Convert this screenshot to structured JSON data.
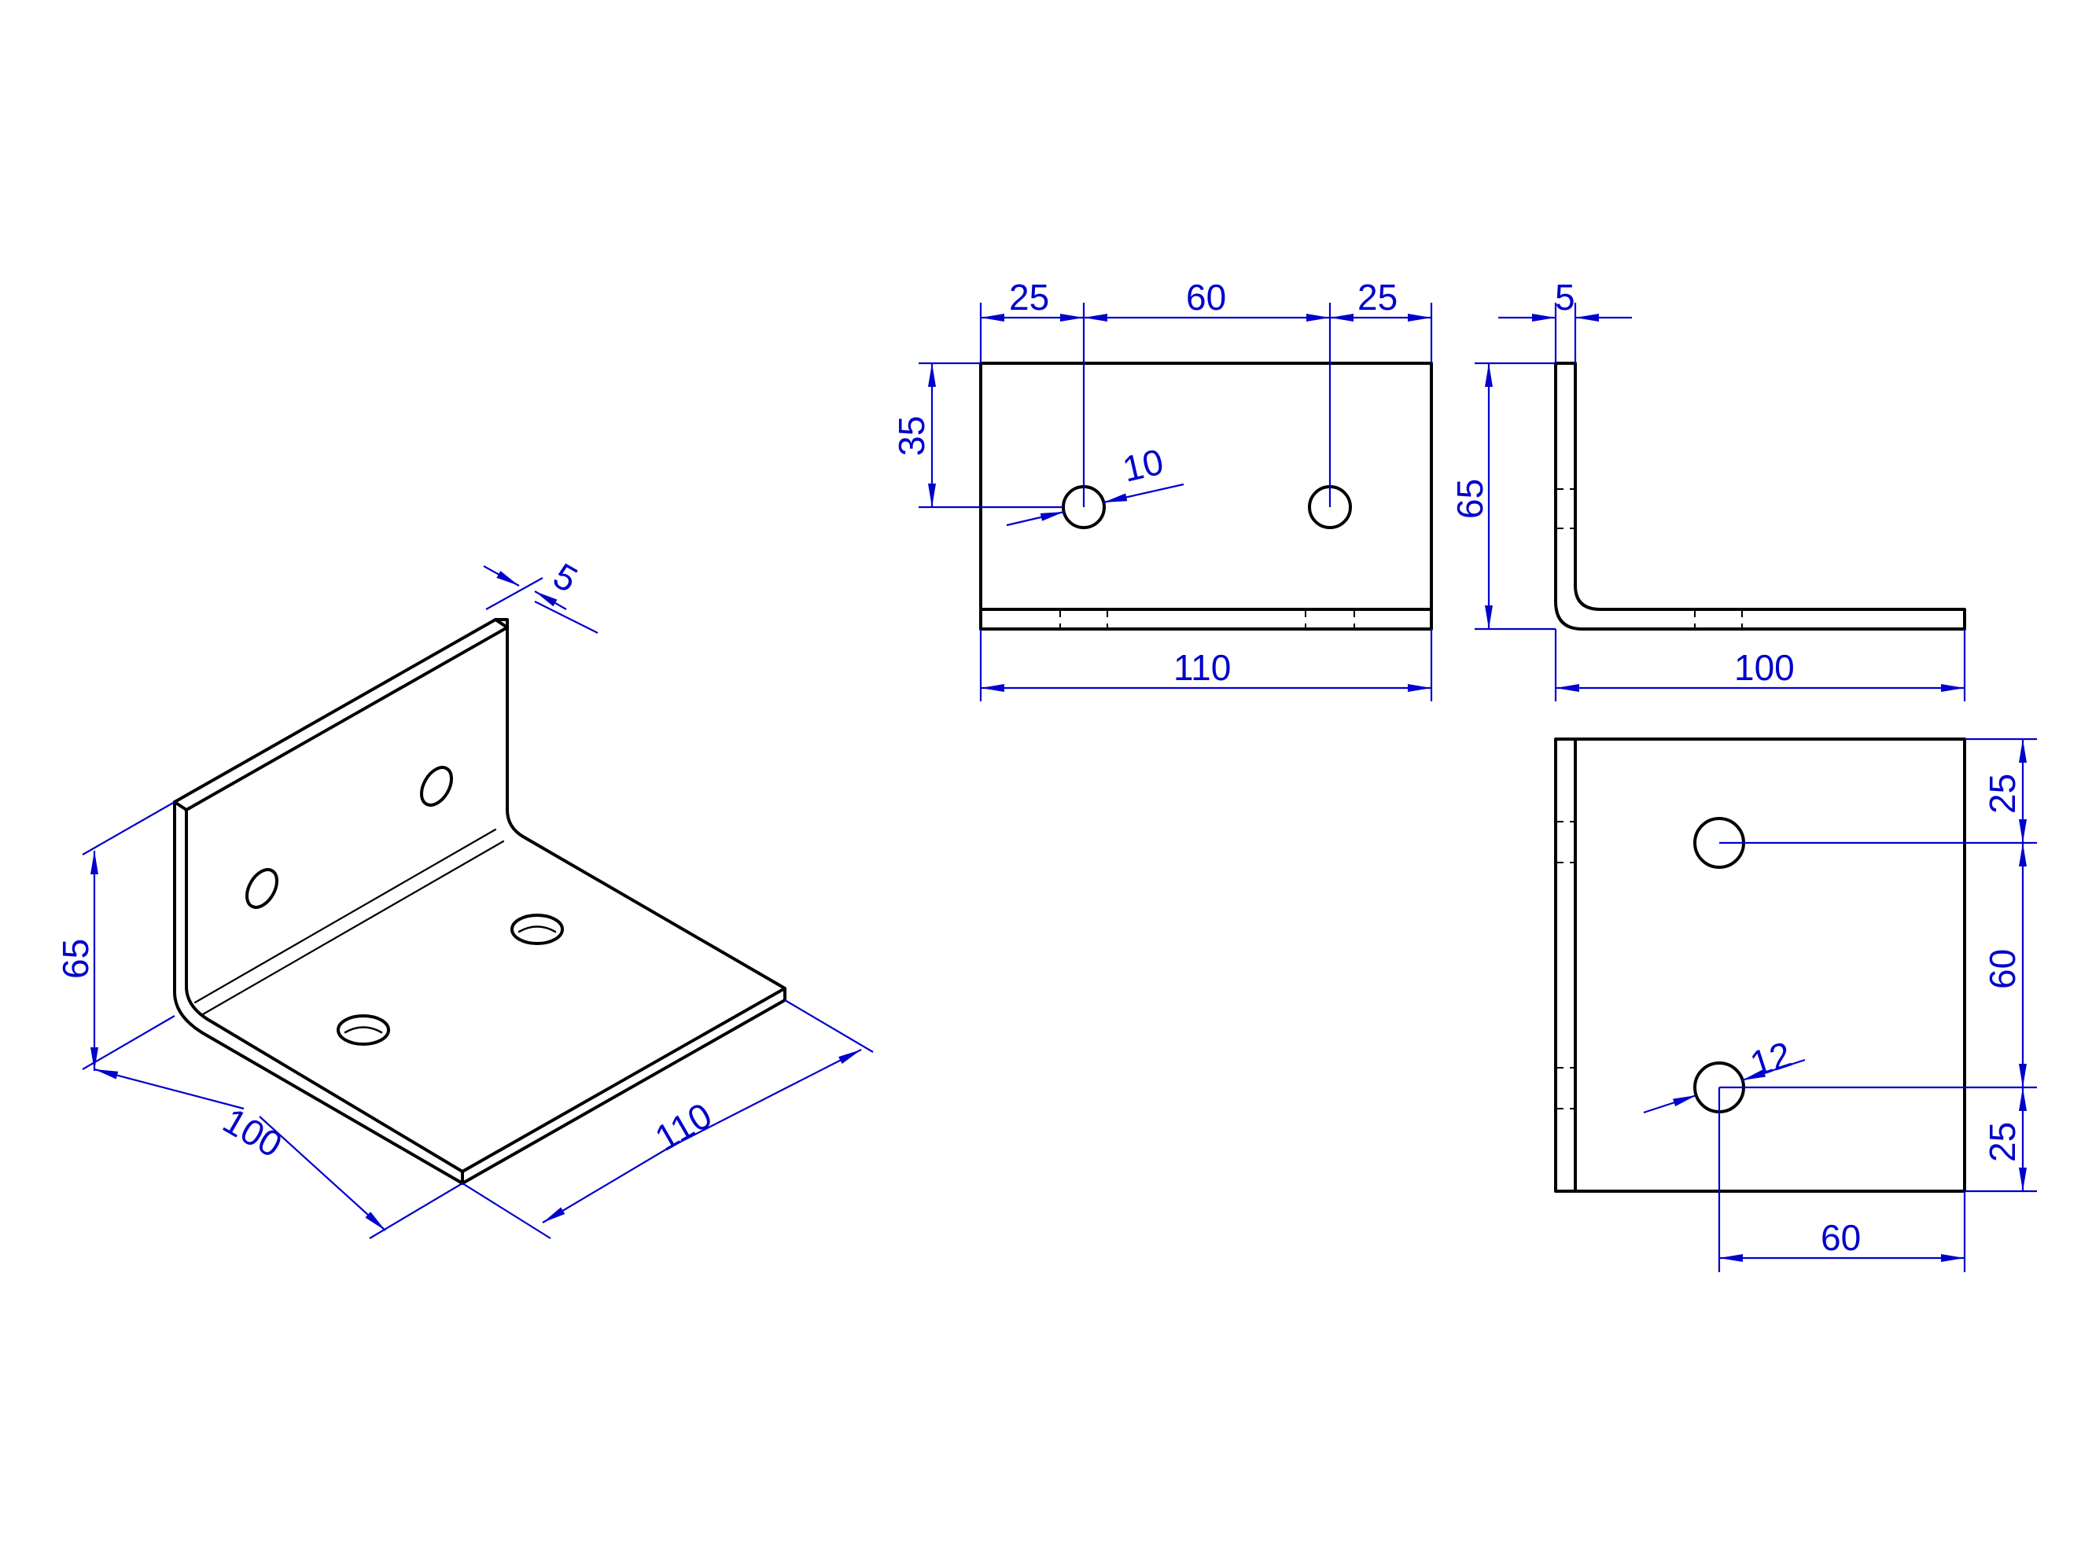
{
  "colors": {
    "background": "#ffffff",
    "object_lines": "#000000",
    "dimensions": "#0000cc"
  },
  "isometric": {
    "thickness": "5",
    "height": "65",
    "depth": "100",
    "width": "110"
  },
  "front_view": {
    "dim_left_offset": "25",
    "dim_hole_spacing": "60",
    "dim_right_offset": "25",
    "dim_hole_height": "35",
    "dim_hole_diameter": "10",
    "dim_total_width": "110"
  },
  "side_view": {
    "dim_thickness": "5",
    "dim_height": "65",
    "dim_depth": "100"
  },
  "top_view": {
    "dim_top_offset": "25",
    "dim_hole_spacing": "60",
    "dim_bottom_offset": "25",
    "dim_hole_diameter": "12",
    "dim_hole_x": "60"
  }
}
